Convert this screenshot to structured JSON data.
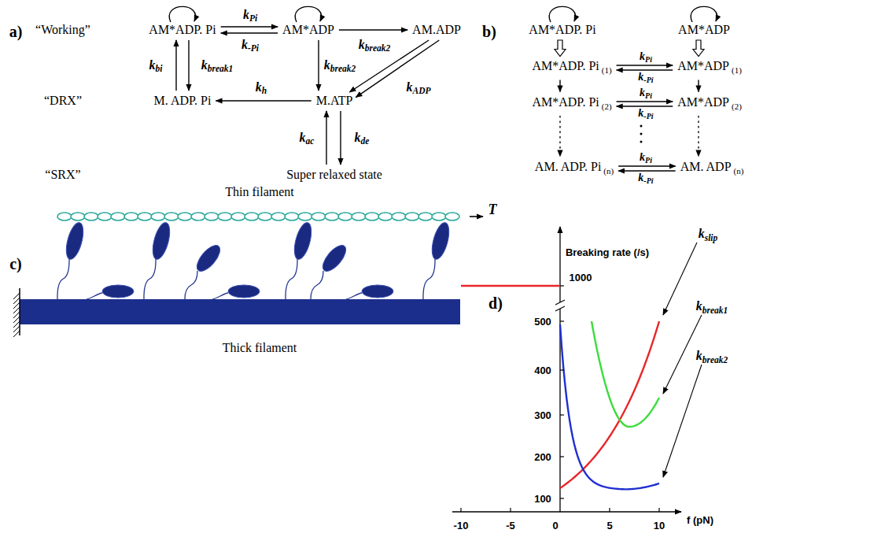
{
  "diagram": {
    "nodes": [
      {
        "text": [
          "AM*ADP. Pi"
        ]
      },
      {
        "text": [
          "AM*ADP"
        ]
      },
      {
        "text": [
          "AM.ADP"
        ]
      },
      {
        "text": [
          "M. ADP. Pi"
        ]
      },
      {
        "text": [
          "M.ATP"
        ]
      },
      {
        "text": [
          "Super relaxed state"
        ]
      },
      {
        "text": [
          "AM*ADP. Pi"
        ]
      },
      {
        "text": [
          "AM*ADP"
        ]
      },
      {
        "text": [
          "AM*ADP. Pi",
          "(1)"
        ]
      },
      {
        "text": [
          "AM*ADP",
          "(1)"
        ]
      },
      {
        "text": [
          "AM*ADP. Pi",
          "(2)"
        ]
      },
      {
        "text": [
          "AM*ADP",
          "(2)"
        ]
      },
      {
        "text": [
          "AM. ADP. Pi",
          "(n)"
        ]
      },
      {
        "text": [
          "AM. ADP",
          "(n)"
        ]
      }
    ],
    "edges": [
      {
        "from": 0,
        "to": 1,
        "label": "kPi",
        "arrow": "to"
      },
      {
        "from": 1,
        "to": 0,
        "label": "k-Pi",
        "arrow": "to"
      },
      {
        "from": 1,
        "to": 2,
        "arrow": "to"
      },
      {
        "from": 0,
        "to": 3,
        "label": "kbreak1",
        "arrow": "to"
      },
      {
        "from": 3,
        "to": 0,
        "label": "kbi",
        "arrow": "to"
      },
      {
        "from": 1,
        "to": 4,
        "label": "kbreak2",
        "arrow": "to"
      },
      {
        "from": 2,
        "to": 4,
        "label": "kbreak2",
        "arrow": "to"
      },
      {
        "from": 2,
        "to": 4,
        "label": "kADP",
        "arrow": "to"
      },
      {
        "from": 4,
        "to": 3,
        "label": "kh",
        "arrow": "to"
      },
      {
        "from": 4,
        "to": 5,
        "label": "kde",
        "arrow": "to"
      },
      {
        "from": 5,
        "to": 4,
        "label": "kac",
        "arrow": "to"
      },
      {
        "from": 6,
        "to": 8,
        "arrow": "to"
      },
      {
        "from": 7,
        "to": 9,
        "arrow": "to"
      },
      {
        "from": 8,
        "to": 9,
        "label": "kPi",
        "arrow": "to"
      },
      {
        "from": 9,
        "to": 8,
        "label": "k-Pi",
        "arrow": "to"
      },
      {
        "from": 8,
        "to": 10,
        "arrow": "to"
      },
      {
        "from": 9,
        "to": 11,
        "arrow": "to"
      },
      {
        "from": 10,
        "to": 11,
        "label": "kPi",
        "arrow": "to"
      },
      {
        "from": 11,
        "to": 10,
        "label": "k-Pi",
        "arrow": "to"
      },
      {
        "from": 10,
        "to": 12,
        "arrow": "to"
      },
      {
        "from": 11,
        "to": 13,
        "arrow": "to"
      },
      {
        "from": 12,
        "to": 13,
        "label": "kPi",
        "arrow": "to"
      },
      {
        "from": 13,
        "to": 12,
        "label": "k-Pi",
        "arrow": "to"
      }
    ],
    "labels": [
      "a)",
      "“Working”",
      "“DRX”",
      "“SRX”",
      "b)",
      "c)",
      "Thin filament",
      "Thick filament",
      "T",
      "d)",
      "Breaking rate (/s)",
      "1000",
      "500",
      "400",
      "300",
      "200",
      "100",
      "-10",
      "-5",
      "0",
      "5",
      "10",
      "f (pN)",
      "kslip",
      "kbreak1",
      "kbreak2"
    ]
  }
}
